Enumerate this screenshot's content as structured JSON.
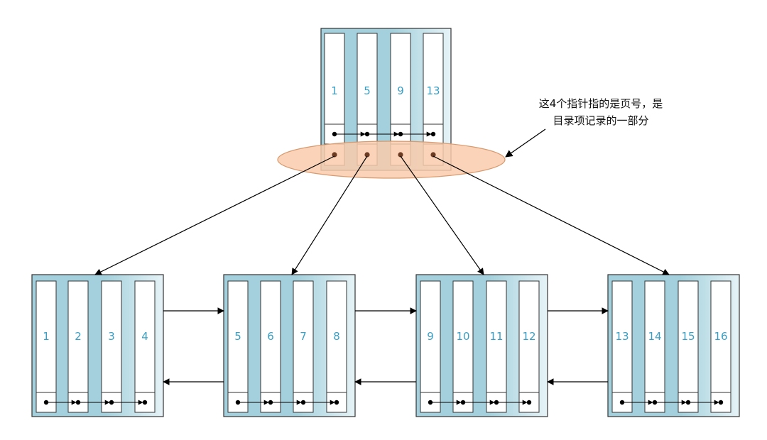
{
  "colors": {
    "number_text": "#3a9fc4",
    "page_fill_dark": "#a3d0dc",
    "page_fill_light": "#e6f3f7",
    "highlight_fill": "#f9cbab",
    "highlight_stroke": "#d89a6e",
    "stroke": "#333333",
    "dot": "#000000",
    "pointer_dot": "#6b3b22"
  },
  "root_page": {
    "records": [
      "1",
      "5",
      "9",
      "13"
    ]
  },
  "leaf_pages": [
    {
      "records": [
        "1",
        "2",
        "3",
        "4"
      ]
    },
    {
      "records": [
        "5",
        "6",
        "7",
        "8"
      ]
    },
    {
      "records": [
        "9",
        "10",
        "11",
        "12"
      ]
    },
    {
      "records": [
        "13",
        "14",
        "15",
        "16"
      ]
    }
  ],
  "annotation": {
    "line1": "这4个指针指的是页号，是",
    "line2": "目录项记录的一部分"
  }
}
